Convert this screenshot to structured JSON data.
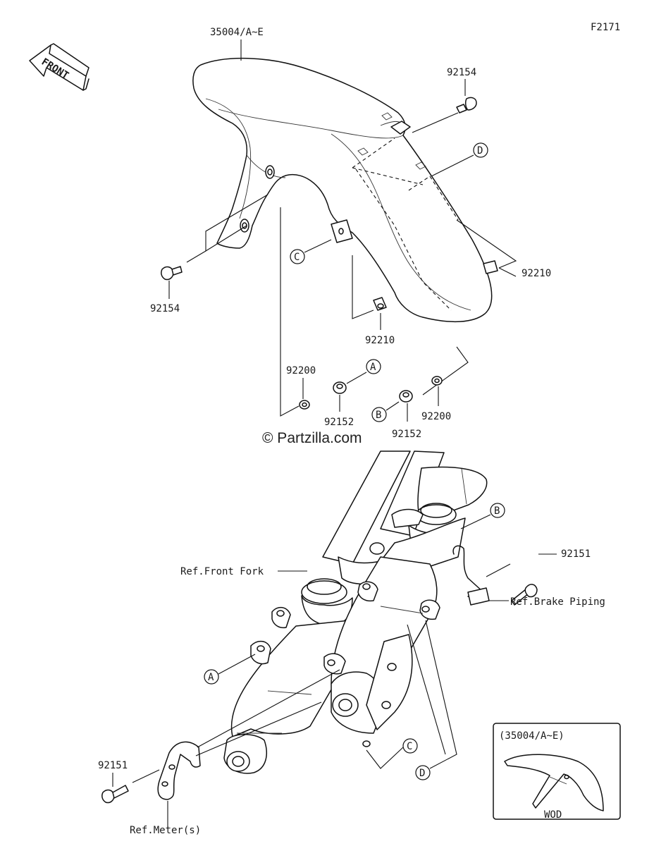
{
  "figure_code": "F2171",
  "front_arrow": "FRONT",
  "watermark": "© Partzilla.com",
  "parts": {
    "fender": "35004/A~E",
    "bolt_top": "92154",
    "bolt_left": "92154",
    "nut_right": "92210",
    "nut_center": "92210",
    "washer_left": "92200",
    "washer_right": "92200",
    "collar_left": "92152",
    "collar_right": "92152",
    "bolt_brake": "92151",
    "bolt_meter": "92151"
  },
  "refs": {
    "front_fork": "Ref.Front Fork",
    "brake_piping": "Ref.Brake Piping",
    "meter": "Ref.Meter(s)"
  },
  "callouts": [
    "A",
    "B",
    "C",
    "D"
  ],
  "inset": {
    "title": "(35004/A~E)",
    "caption": "WOD"
  }
}
